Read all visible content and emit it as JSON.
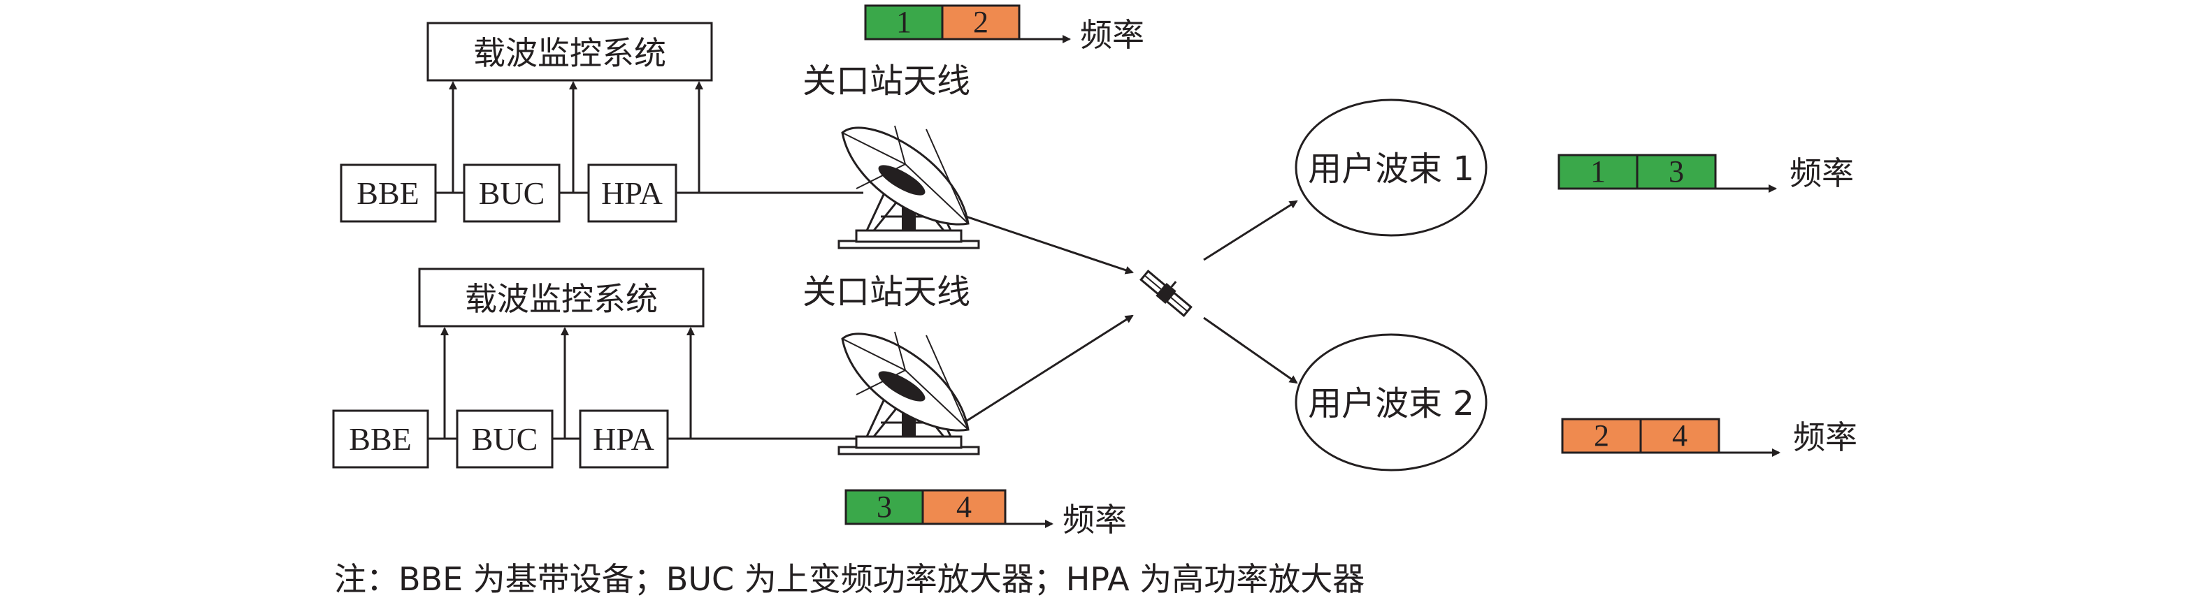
{
  "colors": {
    "green": "#3aa84a",
    "orange": "#ef8a4f",
    "stroke": "#231f20"
  },
  "chains": [
    {
      "monitor_label": "载波监控系统",
      "antenna_label": "关口站天线",
      "blocks": [
        "BBE",
        "BUC",
        "HPA"
      ],
      "spectrum": {
        "segments": [
          "1",
          "2"
        ],
        "colors": [
          "green",
          "orange"
        ],
        "axis_label": "频率"
      }
    },
    {
      "monitor_label": "载波监控系统",
      "antenna_label": "关口站天线",
      "blocks": [
        "BBE",
        "BUC",
        "HPA"
      ],
      "spectrum": {
        "segments": [
          "3",
          "4"
        ],
        "colors": [
          "green",
          "orange"
        ],
        "axis_label": "频率"
      }
    }
  ],
  "satellite_icon": "satellite-icon",
  "beams": [
    {
      "label": "用户波束 1",
      "spectrum": {
        "segments": [
          "1",
          "3"
        ],
        "colors": [
          "green",
          "green"
        ],
        "axis_label": "频率"
      }
    },
    {
      "label": "用户波束 2",
      "spectrum": {
        "segments": [
          "2",
          "4"
        ],
        "colors": [
          "orange",
          "orange"
        ],
        "axis_label": "频率"
      }
    }
  ],
  "note": "注：BBE 为基带设备；BUC 为上变频功率放大器；HPA 为高功率放大器"
}
